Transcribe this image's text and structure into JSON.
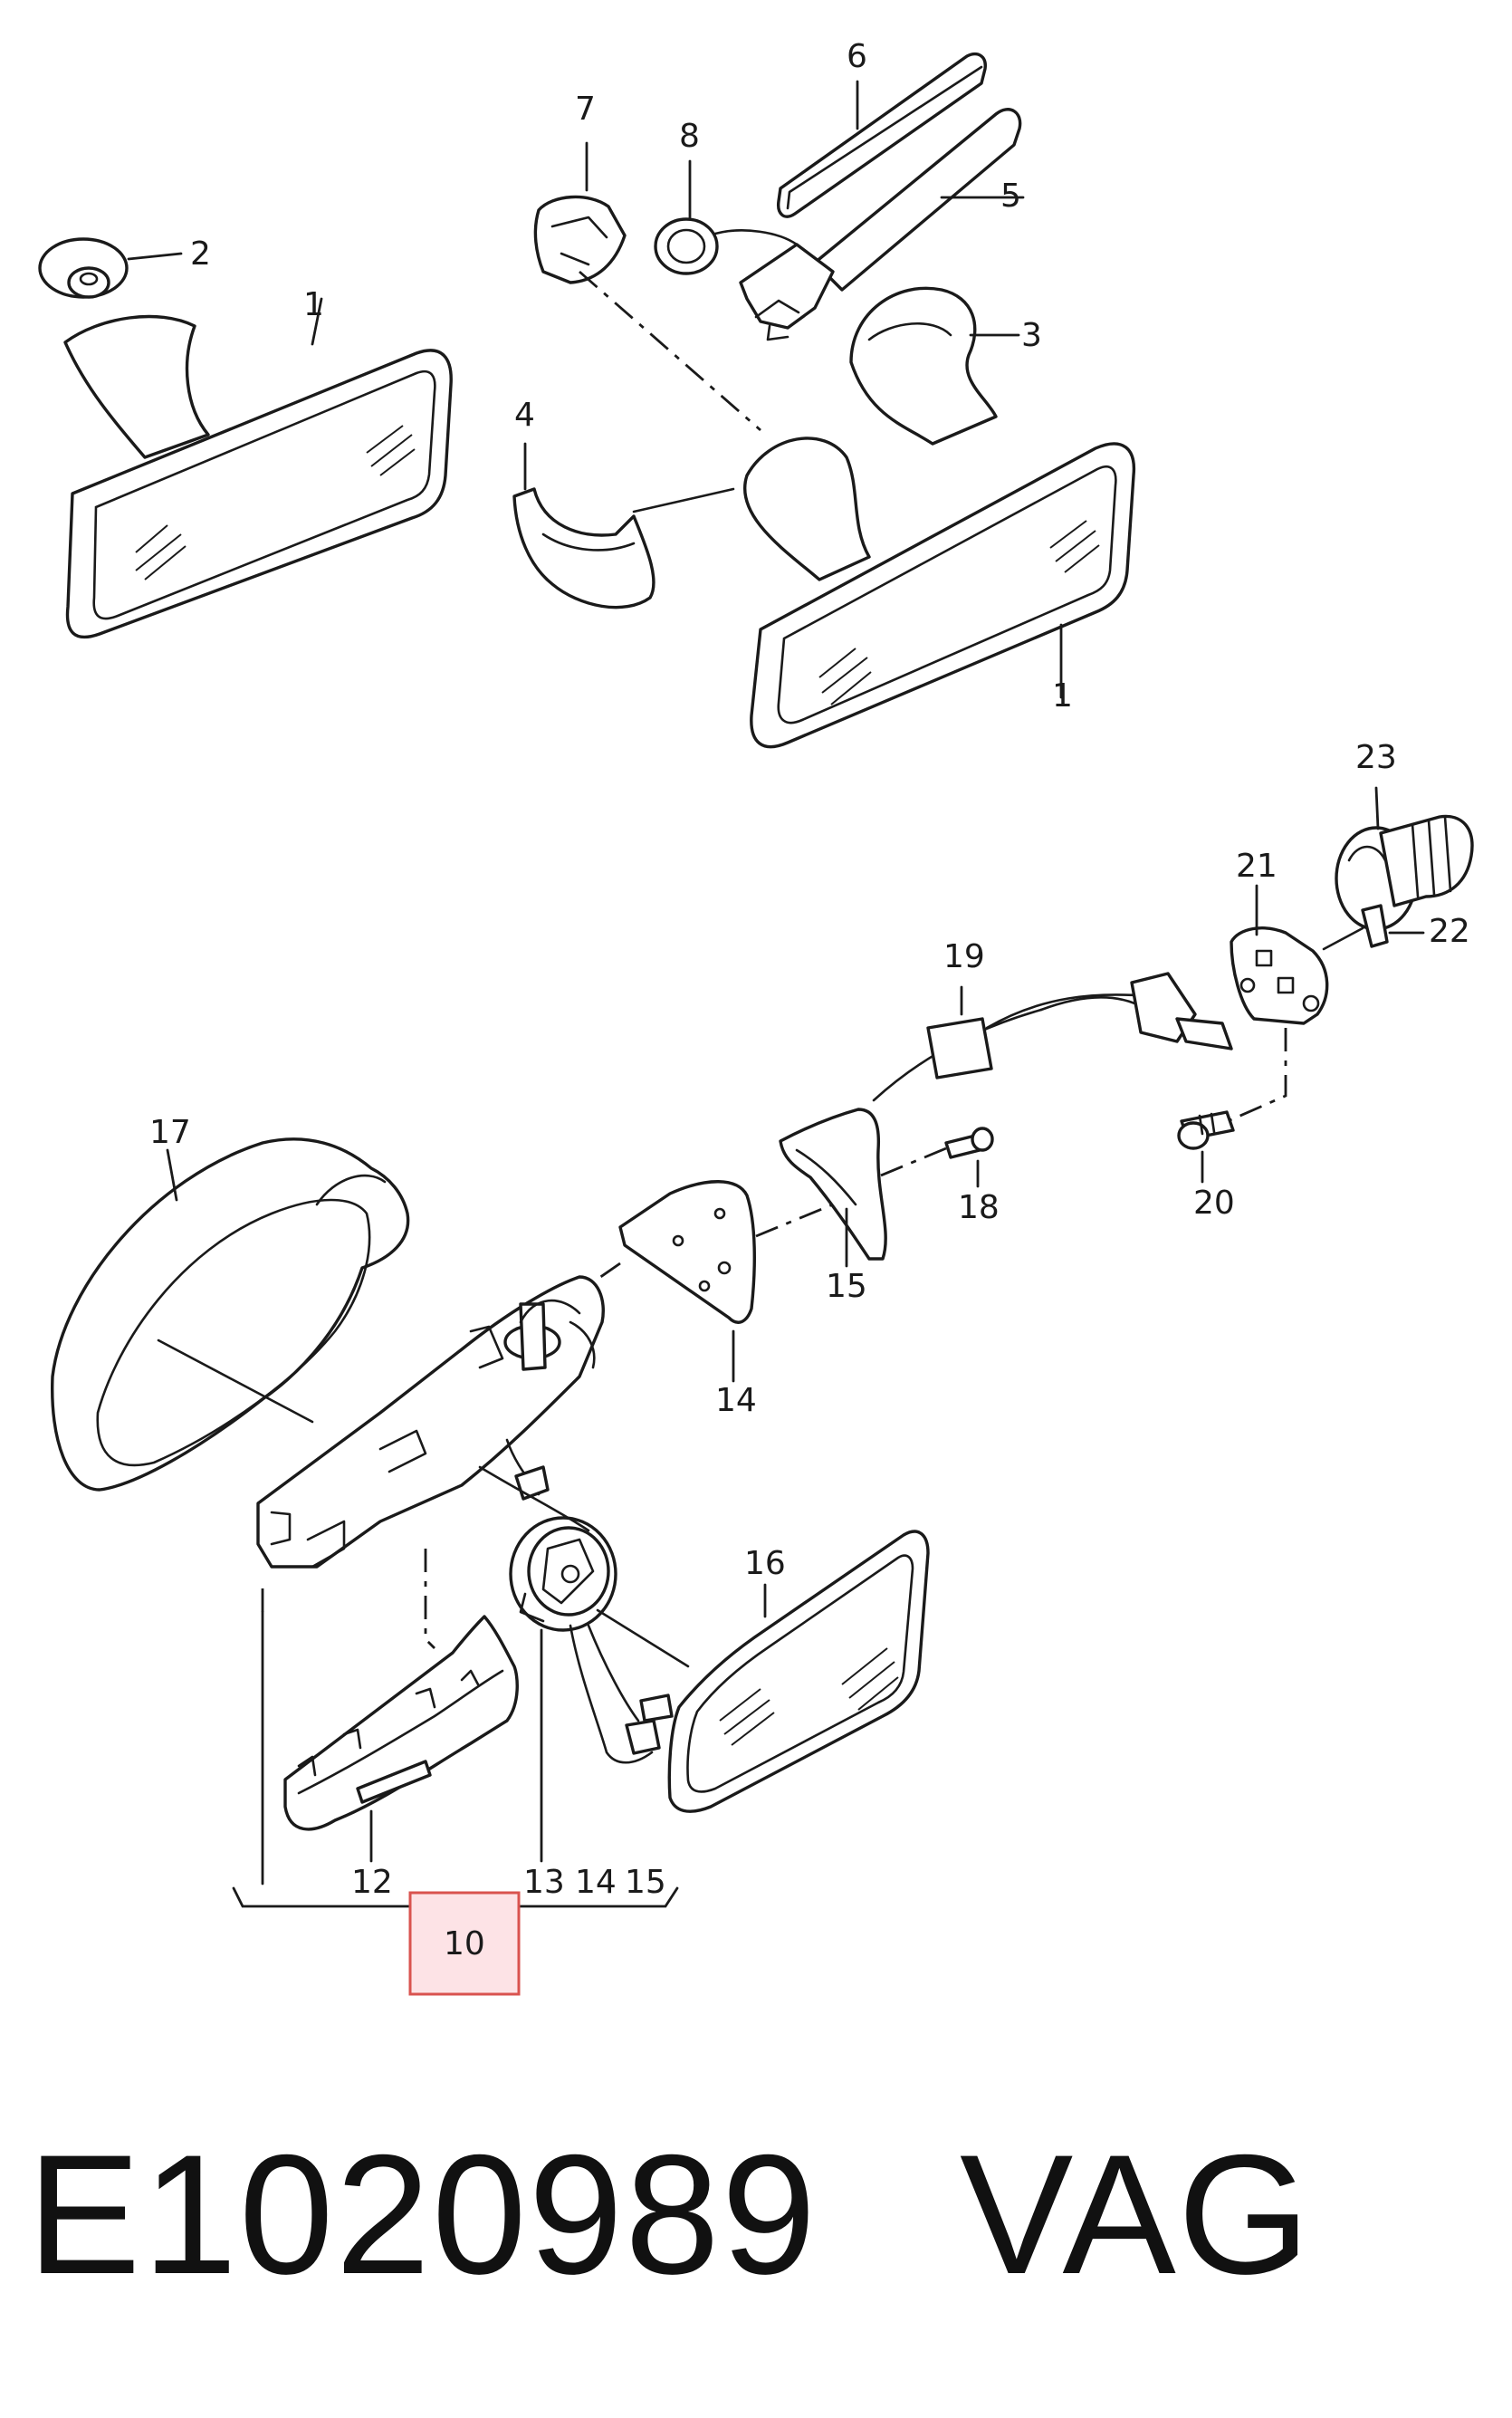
{
  "diagram": {
    "callouts": {
      "c1a": "1",
      "c1b": "1",
      "c2": "2",
      "c3": "3",
      "c4": "4",
      "c5": "5",
      "c6": "6",
      "c7": "7",
      "c8": "8",
      "c10": "10",
      "c12": "12",
      "c13": "13",
      "c14a": "14",
      "c14b": "14",
      "c15a": "15",
      "c15b": "15",
      "c16": "16",
      "c17": "17",
      "c18": "18",
      "c19": "19",
      "c20": "20",
      "c21": "21",
      "c22": "22",
      "c23": "23"
    },
    "highlighted_callout": "10",
    "highlight_color": "#fde3e6",
    "highlight_border": "#d9534f"
  },
  "caption": {
    "part_number": "E1020989",
    "brand": "VAG"
  }
}
